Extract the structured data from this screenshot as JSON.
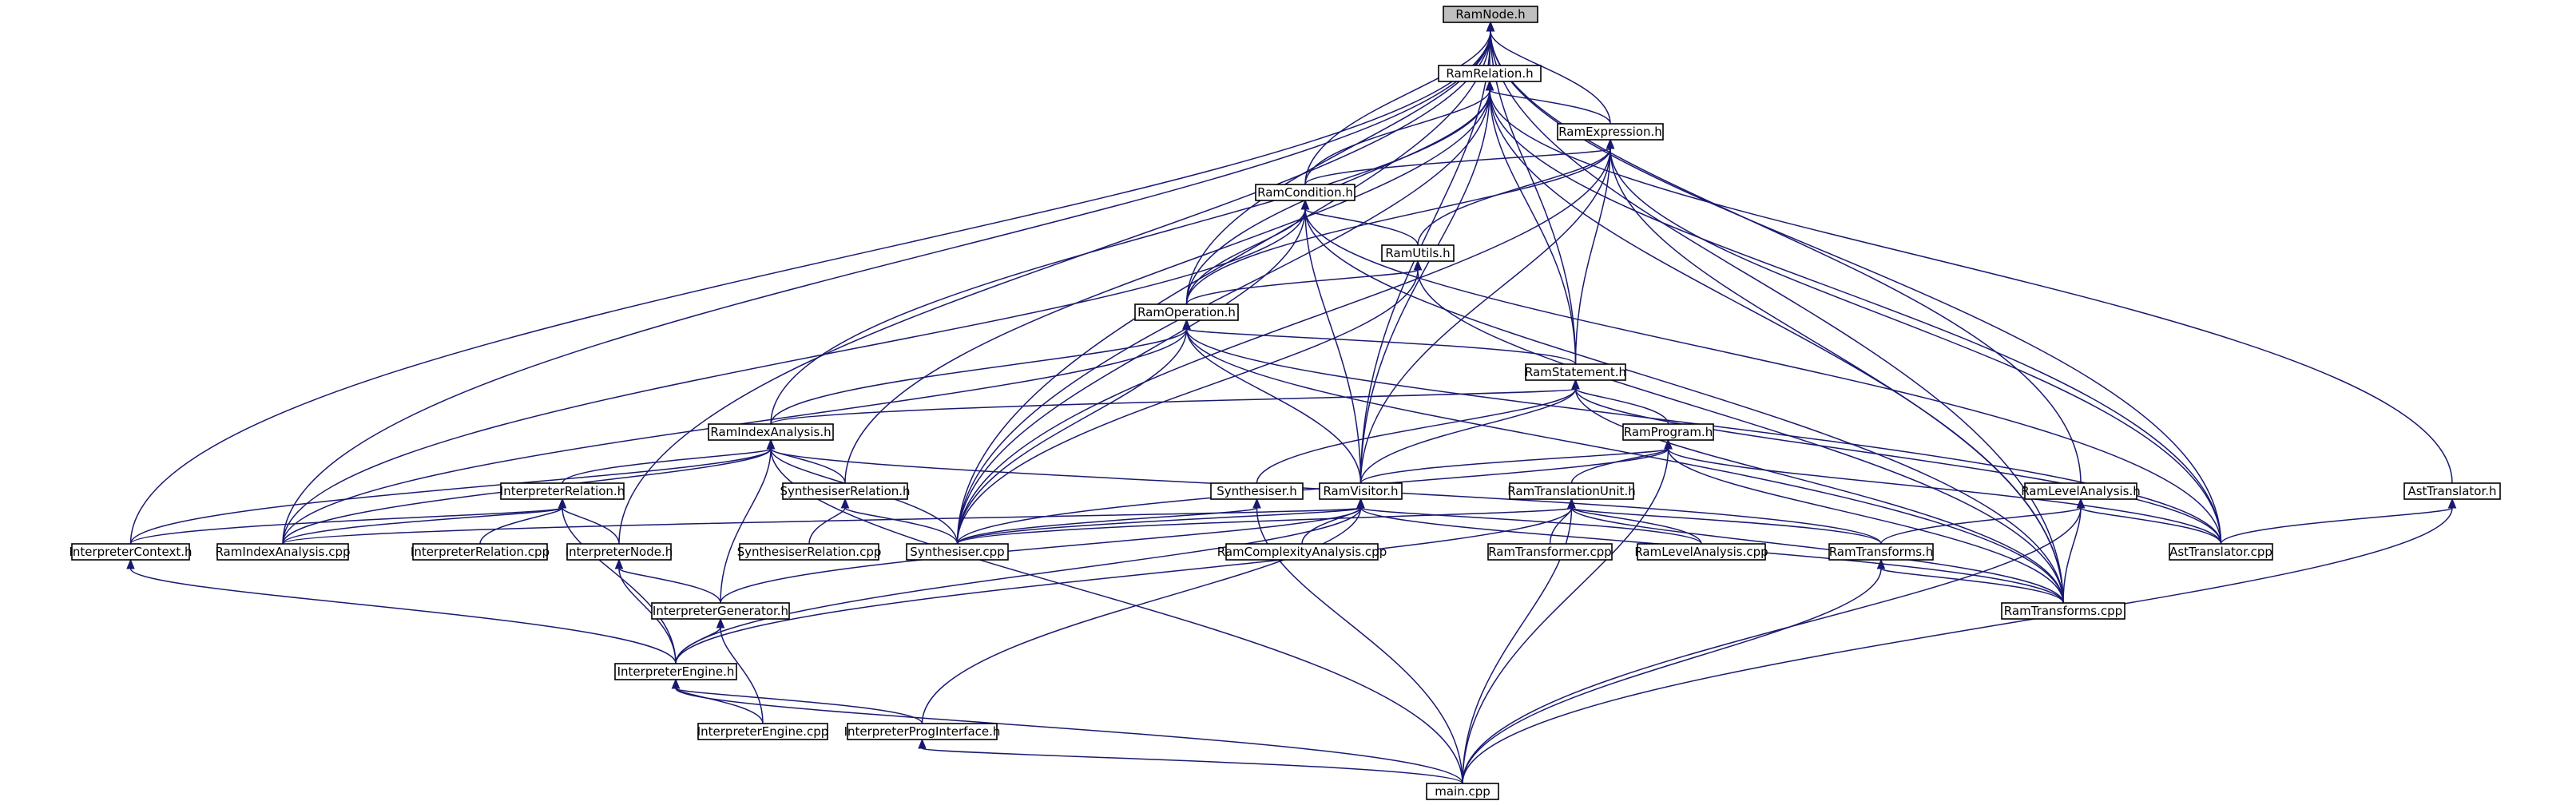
{
  "title": "RamNode.h",
  "colors": {
    "edge": "#191970",
    "node_border": "#000000",
    "root_fill": "#bfbfbf",
    "node_fill": "#ffffff"
  },
  "nodes": [
    {
      "id": "RamNode",
      "label": "RamNode.h",
      "root": true
    },
    {
      "id": "RamRelation",
      "label": "RamRelation.h"
    },
    {
      "id": "RamExpression",
      "label": "RamExpression.h"
    },
    {
      "id": "RamCondition",
      "label": "RamCondition.h"
    },
    {
      "id": "RamUtils",
      "label": "RamUtils.h"
    },
    {
      "id": "RamOperation",
      "label": "RamOperation.h"
    },
    {
      "id": "RamStatement",
      "label": "RamStatement.h"
    },
    {
      "id": "RamIndexAnalysis",
      "label": "RamIndexAnalysis.h"
    },
    {
      "id": "RamProgram",
      "label": "RamProgram.h"
    },
    {
      "id": "InterpreterRelation",
      "label": "InterpreterRelation.h"
    },
    {
      "id": "SynthesiserRelation",
      "label": "SynthesiserRelation.h"
    },
    {
      "id": "Synthesiser",
      "label": "Synthesiser.h"
    },
    {
      "id": "RamVisitor",
      "label": "RamVisitor.h"
    },
    {
      "id": "RamTranslationUnit",
      "label": "RamTranslationUnit.h"
    },
    {
      "id": "RamLevelAnalysis",
      "label": "RamLevelAnalysis.h"
    },
    {
      "id": "AstTranslatorH",
      "label": "AstTranslator.h"
    },
    {
      "id": "InterpreterContext",
      "label": "InterpreterContext.h"
    },
    {
      "id": "RamIndexAnalysisCpp",
      "label": "RamIndexAnalysis.cpp"
    },
    {
      "id": "InterpreterRelationCpp",
      "label": "InterpreterRelation.cpp"
    },
    {
      "id": "InterpreterNode",
      "label": "InterpreterNode.h"
    },
    {
      "id": "SynthesiserRelationCpp",
      "label": "SynthesiserRelation.cpp"
    },
    {
      "id": "SynthesiserCpp",
      "label": "Synthesiser.cpp"
    },
    {
      "id": "RamComplexityAnalysisCpp",
      "label": "RamComplexityAnalysis.cpp"
    },
    {
      "id": "RamTransformerCpp",
      "label": "RamTransformer.cpp"
    },
    {
      "id": "RamLevelAnalysisCpp",
      "label": "RamLevelAnalysis.cpp"
    },
    {
      "id": "RamTransformsH",
      "label": "RamTransforms.h"
    },
    {
      "id": "AstTranslatorCpp",
      "label": "AstTranslator.cpp"
    },
    {
      "id": "InterpreterGenerator",
      "label": "InterpreterGenerator.h"
    },
    {
      "id": "RamTransformsCpp",
      "label": "RamTransforms.cpp"
    },
    {
      "id": "InterpreterEngineH",
      "label": "InterpreterEngine.h"
    },
    {
      "id": "InterpreterEngineCpp",
      "label": "InterpreterEngine.cpp"
    },
    {
      "id": "InterpreterProgInterface",
      "label": "InterpreterProgInterface.h"
    },
    {
      "id": "MainCpp",
      "label": "main.cpp"
    }
  ],
  "edges": [
    {
      "from": "RamRelation",
      "to": "RamNode"
    },
    {
      "from": "RamExpression",
      "to": "RamNode"
    },
    {
      "from": "RamCondition",
      "to": "RamNode"
    },
    {
      "from": "RamOperation",
      "to": "RamNode"
    },
    {
      "from": "RamStatement",
      "to": "RamNode"
    },
    {
      "from": "RamVisitor",
      "to": "RamNode"
    },
    {
      "from": "RamLevelAnalysis",
      "to": "RamNode"
    },
    {
      "from": "InterpreterContext",
      "to": "RamNode"
    },
    {
      "from": "RamIndexAnalysisCpp",
      "to": "RamNode"
    },
    {
      "from": "InterpreterNode",
      "to": "RamNode"
    },
    {
      "from": "SynthesiserCpp",
      "to": "RamNode"
    },
    {
      "from": "AstTranslatorCpp",
      "to": "RamNode"
    },
    {
      "from": "RamTransformsCpp",
      "to": "RamNode"
    },
    {
      "from": "RamExpression",
      "to": "RamRelation"
    },
    {
      "from": "RamCondition",
      "to": "RamRelation"
    },
    {
      "from": "RamOperation",
      "to": "RamRelation"
    },
    {
      "from": "RamStatement",
      "to": "RamRelation"
    },
    {
      "from": "RamVisitor",
      "to": "RamRelation"
    },
    {
      "from": "RamIndexAnalysis",
      "to": "RamRelation"
    },
    {
      "from": "SynthesiserRelation",
      "to": "RamRelation"
    },
    {
      "from": "SynthesiserCpp",
      "to": "RamRelation"
    },
    {
      "from": "AstTranslatorH",
      "to": "RamRelation"
    },
    {
      "from": "AstTranslatorCpp",
      "to": "RamRelation"
    },
    {
      "from": "RamTransformsCpp",
      "to": "RamRelation"
    },
    {
      "from": "RamCondition",
      "to": "RamExpression"
    },
    {
      "from": "RamUtils",
      "to": "RamExpression"
    },
    {
      "from": "RamOperation",
      "to": "RamExpression"
    },
    {
      "from": "RamStatement",
      "to": "RamExpression"
    },
    {
      "from": "RamVisitor",
      "to": "RamExpression"
    },
    {
      "from": "SynthesiserCpp",
      "to": "RamExpression"
    },
    {
      "from": "AstTranslatorCpp",
      "to": "RamExpression"
    },
    {
      "from": "RamTransformsCpp",
      "to": "RamExpression"
    },
    {
      "from": "RamUtils",
      "to": "RamCondition"
    },
    {
      "from": "RamOperation",
      "to": "RamCondition"
    },
    {
      "from": "RamVisitor",
      "to": "RamCondition"
    },
    {
      "from": "RamIndexAnalysisCpp",
      "to": "RamCondition"
    },
    {
      "from": "SynthesiserCpp",
      "to": "RamCondition"
    },
    {
      "from": "AstTranslatorCpp",
      "to": "RamCondition"
    },
    {
      "from": "RamTransformsCpp",
      "to": "RamCondition"
    },
    {
      "from": "RamOperation",
      "to": "RamUtils"
    },
    {
      "from": "SynthesiserCpp",
      "to": "RamUtils"
    },
    {
      "from": "RamTransformsCpp",
      "to": "RamUtils"
    },
    {
      "from": "RamStatement",
      "to": "RamOperation"
    },
    {
      "from": "RamVisitor",
      "to": "RamOperation"
    },
    {
      "from": "RamIndexAnalysis",
      "to": "RamOperation"
    },
    {
      "from": "RamIndexAnalysisCpp",
      "to": "RamOperation"
    },
    {
      "from": "SynthesiserCpp",
      "to": "RamOperation"
    },
    {
      "from": "AstTranslatorCpp",
      "to": "RamOperation"
    },
    {
      "from": "RamTransformsCpp",
      "to": "RamOperation"
    },
    {
      "from": "RamProgram",
      "to": "RamStatement"
    },
    {
      "from": "RamVisitor",
      "to": "RamStatement"
    },
    {
      "from": "RamIndexAnalysis",
      "to": "RamStatement"
    },
    {
      "from": "Synthesiser",
      "to": "RamStatement"
    },
    {
      "from": "AstTranslatorCpp",
      "to": "RamStatement"
    },
    {
      "from": "RamTransformsCpp",
      "to": "RamStatement"
    },
    {
      "from": "InterpreterRelation",
      "to": "RamIndexAnalysis"
    },
    {
      "from": "SynthesiserRelation",
      "to": "RamIndexAnalysis"
    },
    {
      "from": "InterpreterContext",
      "to": "RamIndexAnalysis"
    },
    {
      "from": "RamIndexAnalysisCpp",
      "to": "RamIndexAnalysis"
    },
    {
      "from": "SynthesiserCpp",
      "to": "RamIndexAnalysis"
    },
    {
      "from": "InterpreterGenerator",
      "to": "RamIndexAnalysis"
    },
    {
      "from": "RamTransformsH",
      "to": "RamIndexAnalysis"
    },
    {
      "from": "MainCpp",
      "to": "RamIndexAnalysis"
    },
    {
      "from": "RamTranslationUnit",
      "to": "RamProgram"
    },
    {
      "from": "RamVisitor",
      "to": "RamProgram"
    },
    {
      "from": "SynthesiserCpp",
      "to": "RamProgram"
    },
    {
      "from": "AstTranslatorCpp",
      "to": "RamProgram"
    },
    {
      "from": "RamTransformsCpp",
      "to": "RamProgram"
    },
    {
      "from": "MainCpp",
      "to": "RamProgram"
    },
    {
      "from": "InterpreterContext",
      "to": "InterpreterRelation"
    },
    {
      "from": "RamIndexAnalysisCpp",
      "to": "InterpreterRelation"
    },
    {
      "from": "InterpreterRelationCpp",
      "to": "InterpreterRelation"
    },
    {
      "from": "InterpreterNode",
      "to": "InterpreterRelation"
    },
    {
      "from": "InterpreterEngineH",
      "to": "InterpreterRelation"
    },
    {
      "from": "SynthesiserRelationCpp",
      "to": "SynthesiserRelation"
    },
    {
      "from": "SynthesiserCpp",
      "to": "SynthesiserRelation"
    },
    {
      "from": "SynthesiserCpp",
      "to": "Synthesiser"
    },
    {
      "from": "MainCpp",
      "to": "Synthesiser"
    },
    {
      "from": "RamIndexAnalysisCpp",
      "to": "RamVisitor"
    },
    {
      "from": "SynthesiserCpp",
      "to": "RamVisitor"
    },
    {
      "from": "RamComplexityAnalysisCpp",
      "to": "RamVisitor"
    },
    {
      "from": "RamLevelAnalysisCpp",
      "to": "RamVisitor"
    },
    {
      "from": "RamTransformsCpp",
      "to": "RamVisitor"
    },
    {
      "from": "InterpreterGenerator",
      "to": "RamVisitor"
    },
    {
      "from": "InterpreterEngineH",
      "to": "RamVisitor"
    },
    {
      "from": "InterpreterProgInterface",
      "to": "RamVisitor"
    },
    {
      "from": "RamTransformerCpp",
      "to": "RamTranslationUnit"
    },
    {
      "from": "RamLevelAnalysisCpp",
      "to": "RamTranslationUnit"
    },
    {
      "from": "RamTransformsH",
      "to": "RamTranslationUnit"
    },
    {
      "from": "SynthesiserCpp",
      "to": "RamTranslationUnit"
    },
    {
      "from": "InterpreterEngineH",
      "to": "RamTranslationUnit"
    },
    {
      "from": "RamTransformsCpp",
      "to": "RamTranslationUnit"
    },
    {
      "from": "MainCpp",
      "to": "RamTranslationUnit"
    },
    {
      "from": "RamTransformsH",
      "to": "RamLevelAnalysis"
    },
    {
      "from": "AstTranslatorCpp",
      "to": "RamLevelAnalysis"
    },
    {
      "from": "RamTransformsCpp",
      "to": "RamLevelAnalysis"
    },
    {
      "from": "MainCpp",
      "to": "RamLevelAnalysis"
    },
    {
      "from": "AstTranslatorCpp",
      "to": "AstTranslatorH"
    },
    {
      "from": "MainCpp",
      "to": "AstTranslatorH"
    },
    {
      "from": "InterpreterEngineH",
      "to": "InterpreterContext"
    },
    {
      "from": "InterpreterGenerator",
      "to": "InterpreterNode"
    },
    {
      "from": "InterpreterEngineH",
      "to": "InterpreterNode"
    },
    {
      "from": "InterpreterEngineH",
      "to": "InterpreterGenerator"
    },
    {
      "from": "InterpreterEngineCpp",
      "to": "InterpreterGenerator"
    },
    {
      "from": "RamTransformsCpp",
      "to": "RamTransformsH"
    },
    {
      "from": "MainCpp",
      "to": "RamTransformsH"
    },
    {
      "from": "InterpreterEngineCpp",
      "to": "InterpreterEngineH"
    },
    {
      "from": "InterpreterProgInterface",
      "to": "InterpreterEngineH"
    },
    {
      "from": "MainCpp",
      "to": "InterpreterEngineH"
    },
    {
      "from": "MainCpp",
      "to": "InterpreterProgInterface"
    }
  ]
}
